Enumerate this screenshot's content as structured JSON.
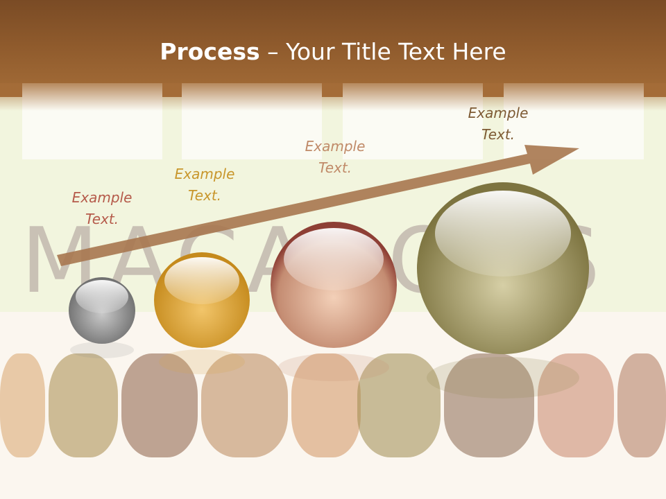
{
  "slide": {
    "title_bold": "Process",
    "title_rest": " – Your Title Text Here",
    "background_word": "MACARONS",
    "labels": [
      {
        "line1": "Example",
        "line2": "Text.",
        "color": "#b55a4a"
      },
      {
        "line1": "Example",
        "line2": "Text.",
        "color": "#c8962b"
      },
      {
        "line1": "Example",
        "line2": "Text.",
        "color": "#c08a68"
      },
      {
        "line1": "Example",
        "line2": "Text.",
        "color": "#7d5a33"
      }
    ],
    "colors": {
      "header": "#8e5a2c",
      "arrow": "#a7774f",
      "sphere_1": "#7a7a7a",
      "sphere_2": "#d49a2a",
      "sphere_3": "#c99075",
      "sphere_4": "#8f8650"
    },
    "icons": [
      "arrow-icon",
      "sphere-icon"
    ]
  }
}
